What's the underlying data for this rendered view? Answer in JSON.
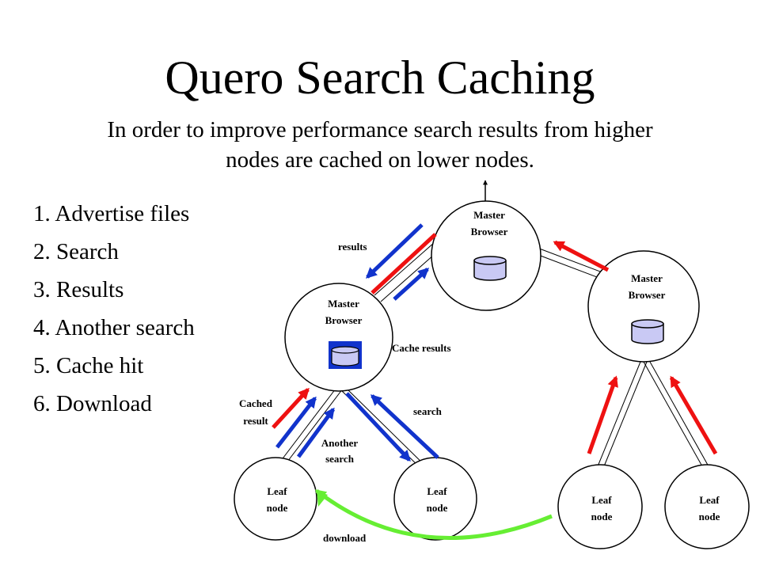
{
  "title": "Quero Search Caching",
  "subtitle": "In order to improve performance search results from higher nodes are cached on lower nodes.",
  "steps": [
    "1. Advertise files",
    "2. Search",
    "3. Results",
    "4. Another search",
    "5. Cache hit",
    "6. Download"
  ],
  "nodes": {
    "master_top": [
      "Master",
      "Browser"
    ],
    "master_left": [
      "Master",
      "Browser"
    ],
    "master_right": [
      "Master",
      "Browser"
    ],
    "leaf_1": [
      "Leaf",
      "node"
    ],
    "leaf_2": [
      "Leaf",
      "node"
    ],
    "leaf_3": [
      "Leaf",
      "node"
    ],
    "leaf_4": [
      "Leaf",
      "node"
    ]
  },
  "labels": {
    "results": "results",
    "cache_results": "Cache results",
    "cached_result": [
      "Cached",
      "result"
    ],
    "search": "search",
    "another_search": [
      "Another",
      "search"
    ],
    "download": "download"
  },
  "colors": {
    "red_arrow": "#ee1111",
    "blue_arrow": "#1133cc",
    "green_arrow": "#66ee33",
    "database": "#c9c9f4"
  }
}
